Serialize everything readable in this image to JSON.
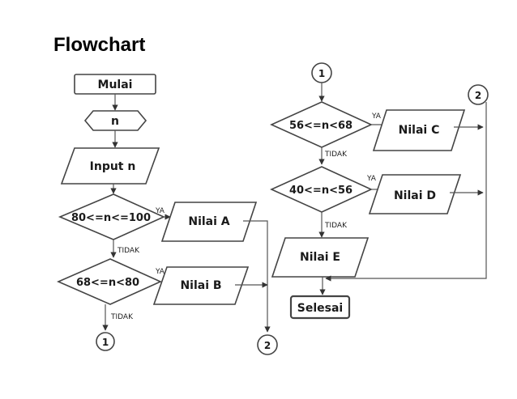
{
  "title": "Flowchart",
  "nodes": {
    "mulai": "Mulai",
    "n_prep": "n",
    "input_n": "Input  n",
    "cond_a": "80<=n<=100",
    "out_a": "Nilai A",
    "cond_b": "68<=n<80",
    "out_b": "Nilai B",
    "cond_c": "56<=n<68",
    "out_c": "Nilai C",
    "cond_d": "40<=n<56",
    "out_d": "Nilai D",
    "out_e": "Nilai E",
    "selesai": "Selesai"
  },
  "labels": {
    "ya": "YA",
    "tidak": "TIDAK"
  },
  "connectors": {
    "c1": "1",
    "c2": "2"
  }
}
